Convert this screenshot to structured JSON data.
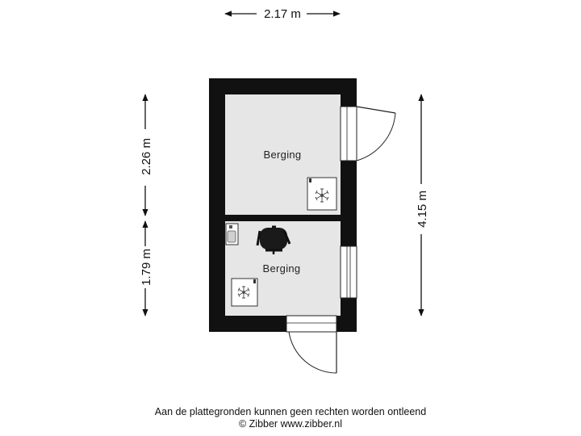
{
  "dimensions": {
    "width_label": "2.17 m",
    "height_upper_label": "2.26 m",
    "height_lower_label": "1.79 m",
    "height_total_label": "4.15 m"
  },
  "rooms": [
    {
      "label": "Berging"
    },
    {
      "label": "Berging"
    }
  ],
  "footer": {
    "disclaimer": "Aan de plattegronden kunnen geen rechten worden ontleend",
    "copyright": "© Zibber www.zibber.nl"
  },
  "colors": {
    "wall": "#111111",
    "floor": "#e6e6e6",
    "line": "#222222"
  },
  "icons": [
    "arrow-icon",
    "door-swing-icon",
    "fan-icon",
    "sink-icon",
    "chair-icon"
  ]
}
